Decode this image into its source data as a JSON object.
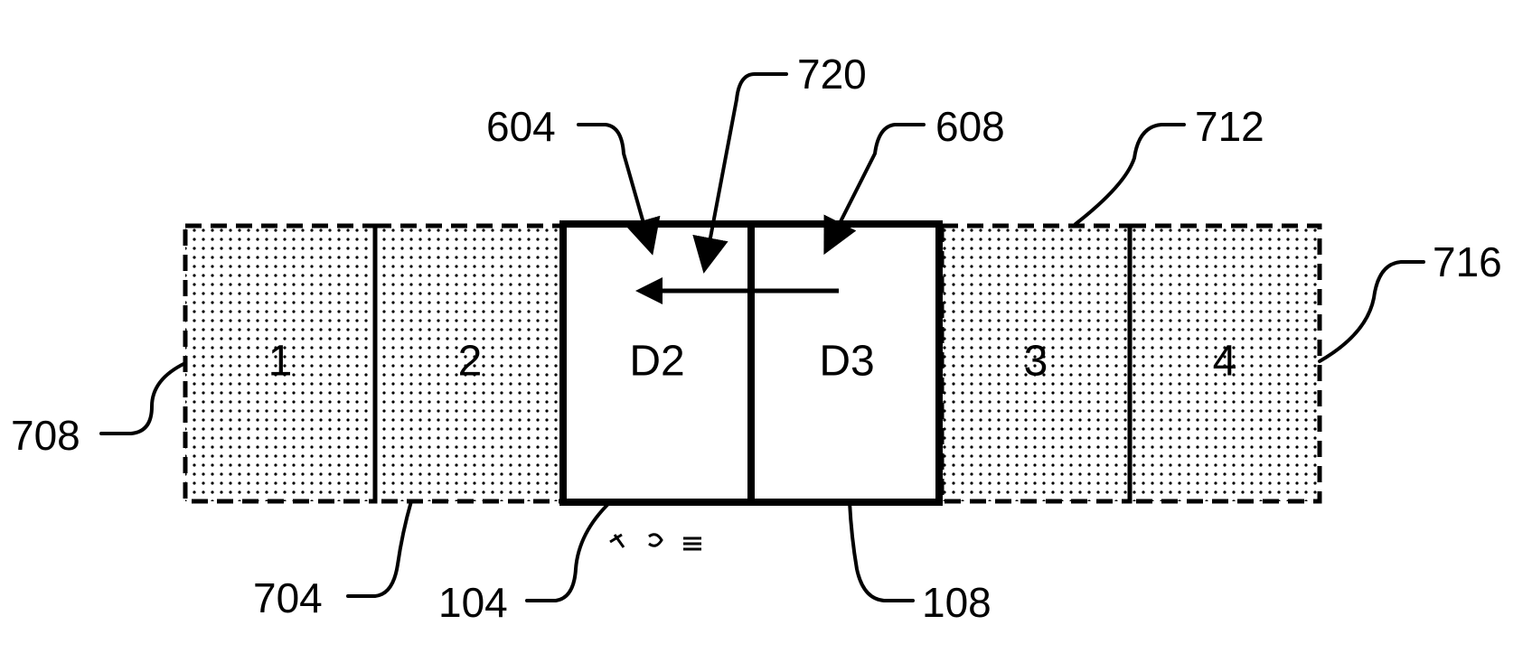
{
  "colors": {
    "ink": "#000000",
    "background": "#ffffff"
  },
  "panels": {
    "virtual_1": "1",
    "virtual_2": "2",
    "display_d2": "D2",
    "display_d3": "D3",
    "virtual_3": "3",
    "virtual_4": "4"
  },
  "refs": {
    "r720": "720",
    "r604": "604",
    "r608": "608",
    "r712": "712",
    "r716": "716",
    "r708": "708",
    "r704": "704",
    "r104": "104",
    "r108": "108"
  }
}
